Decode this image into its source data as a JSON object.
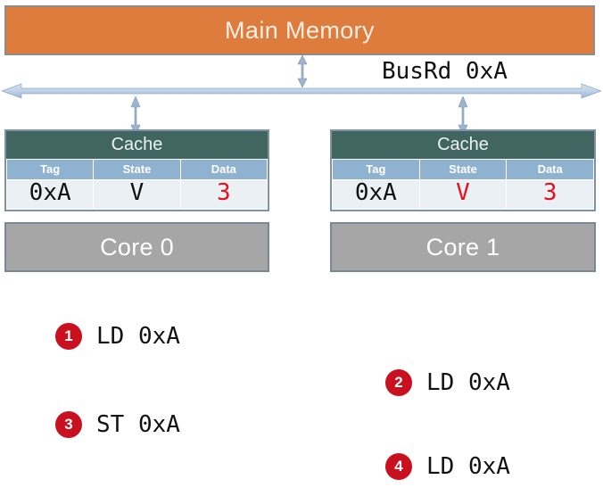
{
  "diagram": {
    "title": "Cache coherence bus transaction diagram",
    "main_memory": {
      "label": "Main Memory",
      "color": "#DD7C3C"
    },
    "bus": {
      "label": "BusRd 0xA",
      "color": "#B8CCE4"
    },
    "nodes": [
      {
        "cache_title": "Cache",
        "columns": [
          "Tag",
          "State",
          "Data"
        ],
        "row": [
          {
            "value": "0xA",
            "highlight": false
          },
          {
            "value": "V",
            "highlight": false
          },
          {
            "value": "3",
            "highlight": true
          }
        ],
        "core_label": "Core 0"
      },
      {
        "cache_title": "Cache",
        "columns": [
          "Tag",
          "State",
          "Data"
        ],
        "row": [
          {
            "value": "0xA",
            "highlight": false
          },
          {
            "value": "V",
            "highlight": true
          },
          {
            "value": "3",
            "highlight": true
          }
        ],
        "core_label": "Core 1"
      }
    ],
    "steps": [
      {
        "number": "1",
        "text": "LD 0xA"
      },
      {
        "number": "2",
        "text": "LD 0xA"
      },
      {
        "number": "3",
        "text": "ST 0xA"
      },
      {
        "number": "4",
        "text": "LD 0xA"
      }
    ],
    "colors": {
      "memory_fill": "#DD7C3C",
      "cache_header": "#416662",
      "column_header": "#8FB2D1",
      "cell_fill": "#EBF0F5",
      "core_fill": "#A6A6A6",
      "badge_red": "#C8101E",
      "highlight_red": "#E8101B",
      "bus_blue": "#B8CCE4"
    }
  }
}
